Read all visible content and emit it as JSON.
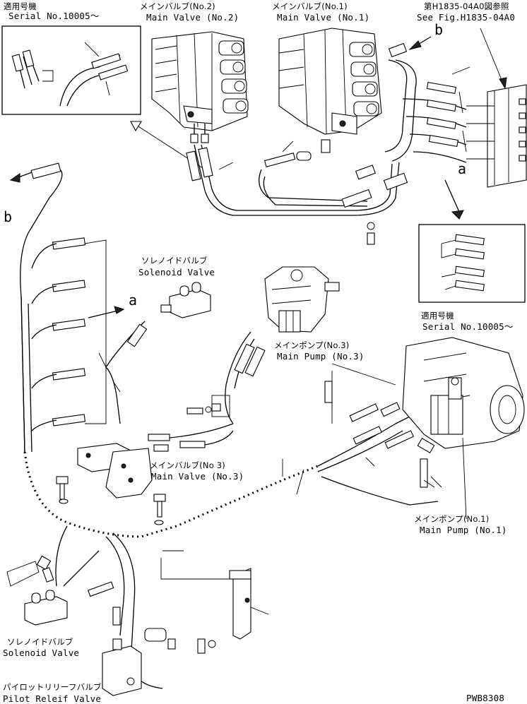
{
  "inset_top_left": {
    "label_jp": "適用号機",
    "serial": "Serial No.10005～"
  },
  "inset_right": {
    "label_jp": "適用号機",
    "serial": "Serial No.10005～"
  },
  "main_valve_no2": {
    "jp": "メインバルブ(No.2)",
    "en": "Main Valve (No.2)"
  },
  "main_valve_no1": {
    "jp": "メインバルブ(No.1)",
    "en": "Main Valve (No.1)"
  },
  "see_fig": {
    "jp": "第H1835-04A0図参照",
    "en": "See Fig.H1835-04A0"
  },
  "solenoid_valve_top": {
    "jp": "ソレノイドバルブ",
    "en": "Solenoid Valve"
  },
  "main_pump_no3": {
    "jp": "メインポンプ(No.3)",
    "en": "Main Pump (No.3)"
  },
  "main_valve_no3": {
    "jp": "メインバルブ(No 3)",
    "en": "Main Valve (No.3)"
  },
  "main_pump_no1": {
    "jp": "メインポンプ(No.1)",
    "en": "Main Pump (No.1)"
  },
  "solenoid_valve_bottom": {
    "jp": "ソレノイドバルブ",
    "en": "Solenoid Valve"
  },
  "pilot_relief_valve": {
    "jp": "パイロットリリーフバルブ",
    "en": "Pilot Releif Valve"
  },
  "callouts": {
    "a_top": "a",
    "a_right": "a",
    "b_top": "b",
    "b_left": "b"
  },
  "drawing_code": "PWB8308"
}
